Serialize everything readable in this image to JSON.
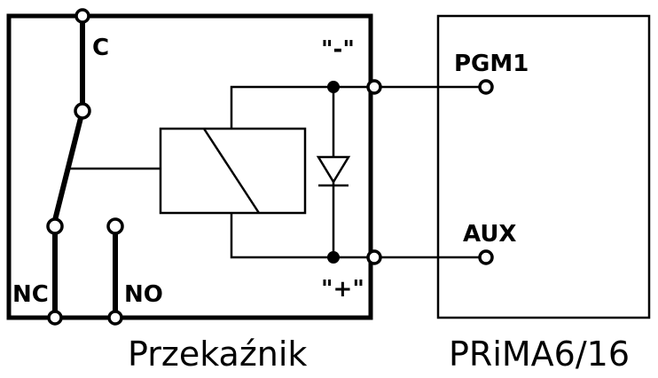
{
  "relay": {
    "caption": "Przekaźnik",
    "labels": {
      "c": "C",
      "nc": "NC",
      "no": "NO",
      "minus": "\"-\"",
      "plus": "\"+\""
    }
  },
  "panel": {
    "caption": "PRiMA6/16",
    "labels": {
      "pgm1": "PGM1",
      "aux": "AUX"
    }
  }
}
